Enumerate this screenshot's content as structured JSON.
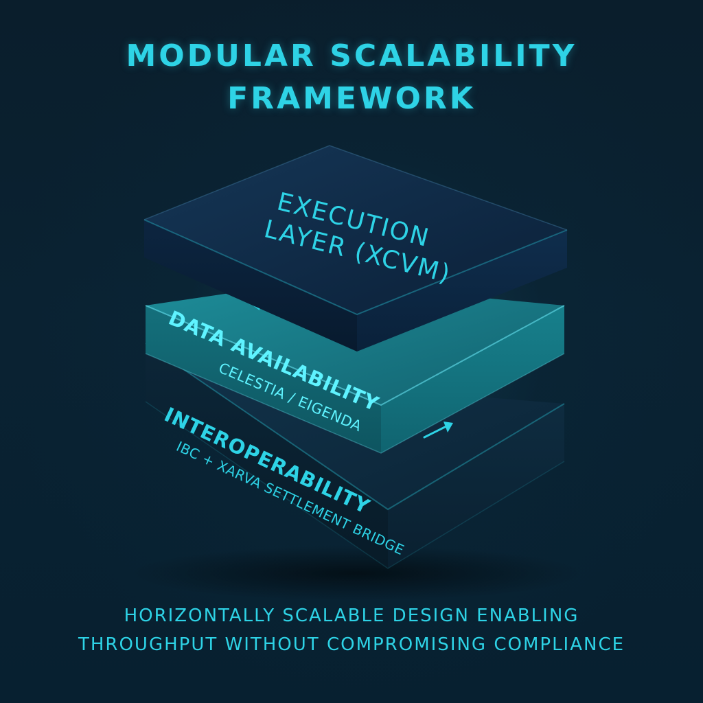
{
  "title": {
    "line1": "MODULAR SCALABILITY",
    "line2": "FRAMEWORK"
  },
  "layers": [
    {
      "name_line1": "EXECUTION",
      "name_line2": "LAYER (XCVM)"
    },
    {
      "name": "DATA AVAILABILITY",
      "detail": "CELESTIA / EIGENDA"
    },
    {
      "name": "INTEROPERABILITY",
      "detail": "IBC + XARVA SETTLEMENT BRIDGE"
    }
  ],
  "caption": {
    "line1": "HORIZONTALLY SCALABLE DESIGN ENABLING",
    "line2": "THROUGHPUT WITHOUT COMPROMISING COMPLIANCE"
  },
  "colors": {
    "accent": "#2ed3e6",
    "execution_top": "#0f2c48",
    "data_top": "#1a7f8c",
    "interop_top": "#0d2a3e"
  },
  "icons": [
    "arrow-left-icon",
    "arrow-right-icon"
  ]
}
